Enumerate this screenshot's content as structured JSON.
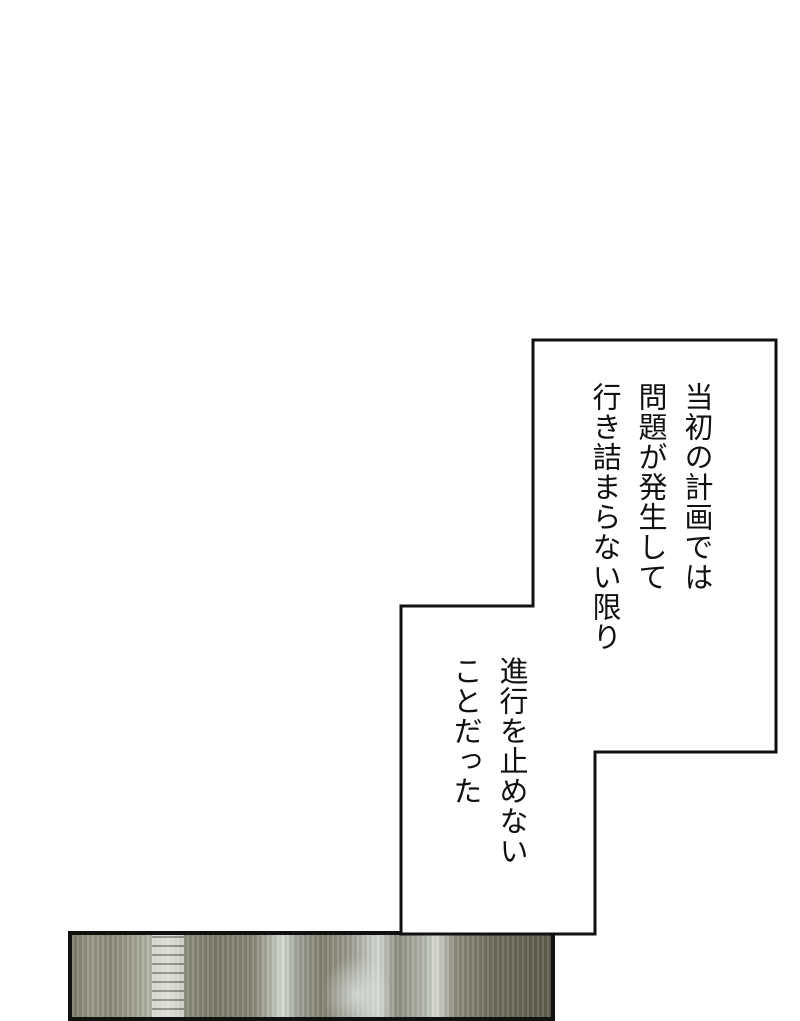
{
  "caption_upper": {
    "lines": [
      "当初の計画では",
      "問題が発生して",
      "行き詰まらない限り"
    ]
  },
  "caption_lower": {
    "lines": [
      "進行を止めない",
      "ことだった"
    ]
  },
  "panel": {
    "description": "interior scene with pale striped columns and brick wall",
    "border_color": "#111111"
  }
}
